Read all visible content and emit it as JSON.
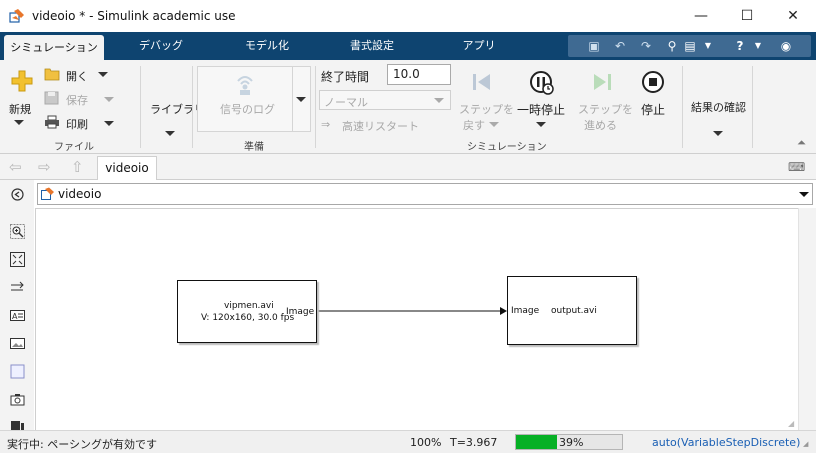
{
  "window": {
    "title": "videoio * - Simulink academic use",
    "minimize_glyph": "—",
    "maximize_glyph": "☐",
    "close_glyph": "✕"
  },
  "tabs": [
    {
      "label": "シミュレーション",
      "active": true
    },
    {
      "label": "デバッグ",
      "active": false
    },
    {
      "label": "モデル化",
      "active": false
    },
    {
      "label": "書式設定",
      "active": false
    },
    {
      "label": "アプリ",
      "active": false
    }
  ],
  "ribbon": {
    "file": {
      "new_label": "新規",
      "open_label": "開く",
      "save_label": "保存",
      "print_label": "印刷",
      "group_title": "ファイル"
    },
    "library": {
      "label": "ライブラリ"
    },
    "prepare": {
      "signal_log_label": "信号のログ",
      "group_title": "準備"
    },
    "simulation": {
      "stop_time_label": "終了時間",
      "stop_time_value": "10.0",
      "mode_value": "ノーマル",
      "fast_restart_label": "高速リスタート",
      "step_back_line1": "ステップを",
      "step_back_line2": "戻す",
      "pause_label": "一時停止",
      "step_forward_line1": "ステップを",
      "step_forward_line2": "進める",
      "stop_label": "停止",
      "group_title": "シミュレーション"
    },
    "review": {
      "label": "結果の確認"
    }
  },
  "nav": {
    "doc_tab": "videoio"
  },
  "address": {
    "path": "videoio"
  },
  "blocks": {
    "source": {
      "line1": "vipmen.avi",
      "line2": "V: 120x160, 30.0 fps",
      "port": "Image"
    },
    "sink": {
      "port": "Image",
      "name": "output.avi"
    }
  },
  "status": {
    "state": "実行中: ペーシングが有効です",
    "zoom": "100%",
    "time": "T=3.967",
    "progress": 39,
    "progress_text": "39%",
    "solver": "auto(VariableStepDiscrete)"
  },
  "colors": {
    "tab_bar": "#0e4470",
    "progress_fill": "#06b025",
    "solver_link": "#1a5fb4"
  }
}
